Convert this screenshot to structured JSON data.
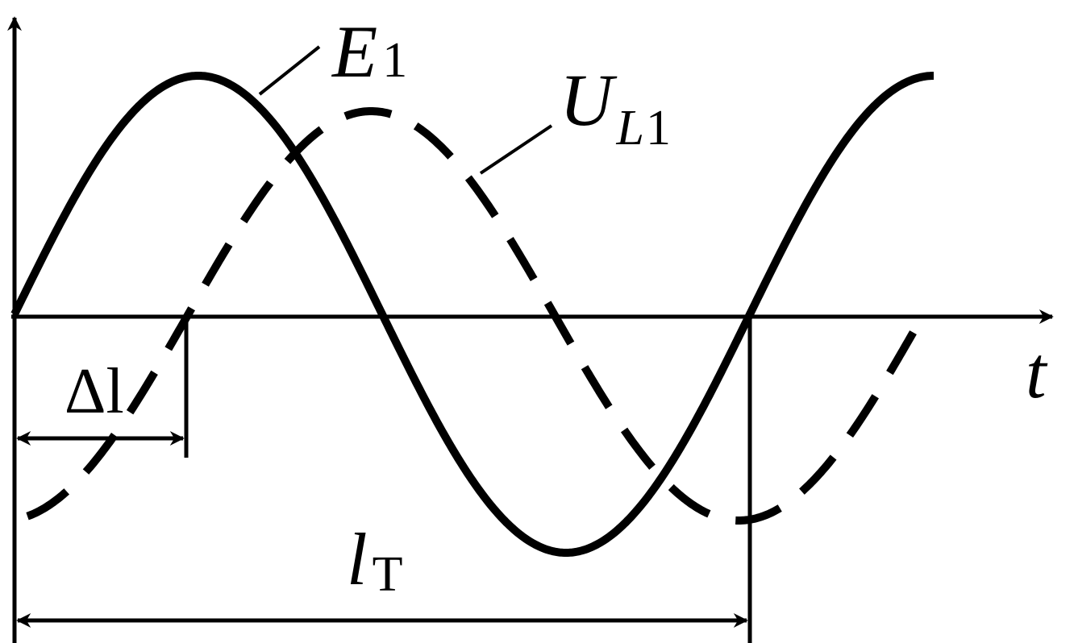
{
  "labels": {
    "e1_main": "E",
    "e1_sub": "1",
    "ul_main": "U",
    "ul_sub": "L",
    "ul_subsub": "1",
    "t_axis": "t",
    "delta_l": "Δl",
    "lt_main": "l",
    "lt_sub": "T"
  },
  "curves": {
    "e1": {
      "phase": 0,
      "style": "solid"
    },
    "ul1": {
      "phase_shift_fraction_of_period": 0.235,
      "style": "dashed"
    }
  },
  "colors": {
    "ink": "#000000",
    "background": "#ffffff"
  }
}
